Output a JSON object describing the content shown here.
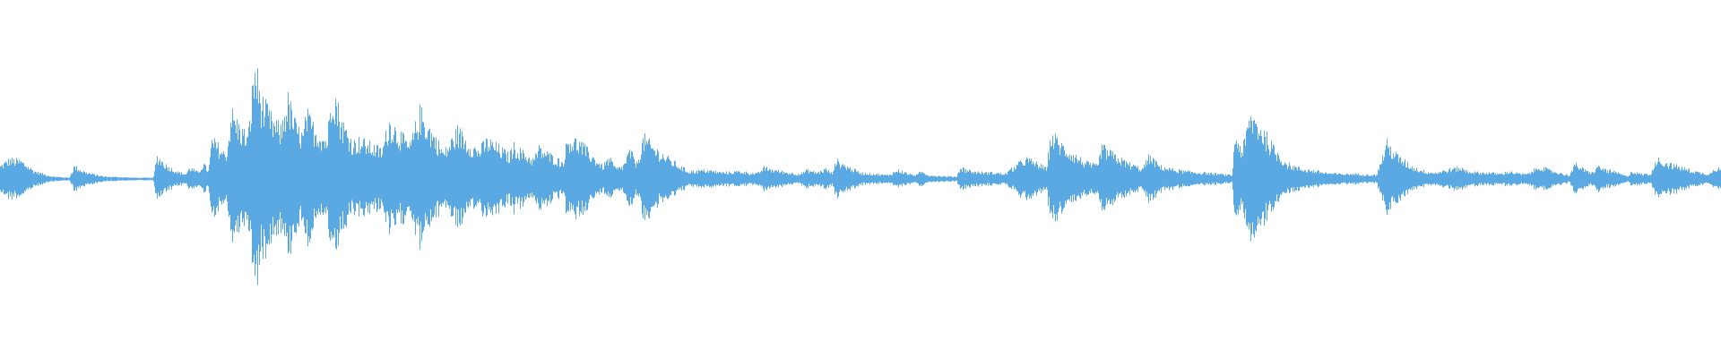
{
  "waveform": {
    "color": "#5aa9e3",
    "background": "#ffffff",
    "envelope": [
      [
        0.0,
        0.1
      ],
      [
        0.005,
        0.15
      ],
      [
        0.012,
        0.14
      ],
      [
        0.02,
        0.06
      ],
      [
        0.03,
        0.02
      ],
      [
        0.04,
        0.01
      ],
      [
        0.043,
        0.1
      ],
      [
        0.05,
        0.05
      ],
      [
        0.06,
        0.02
      ],
      [
        0.08,
        0.01
      ],
      [
        0.089,
        0.01
      ],
      [
        0.091,
        0.18
      ],
      [
        0.097,
        0.1
      ],
      [
        0.104,
        0.05
      ],
      [
        0.108,
        0.04
      ],
      [
        0.11,
        0.09
      ],
      [
        0.115,
        0.05
      ],
      [
        0.118,
        0.12
      ],
      [
        0.121,
        0.06
      ],
      [
        0.123,
        0.3
      ],
      [
        0.127,
        0.25
      ],
      [
        0.13,
        0.2
      ],
      [
        0.132,
        0.22
      ],
      [
        0.134,
        0.52
      ],
      [
        0.139,
        0.4
      ],
      [
        0.144,
        0.32
      ],
      [
        0.148,
        0.88
      ],
      [
        0.152,
        0.6
      ],
      [
        0.158,
        0.45
      ],
      [
        0.163,
        0.38
      ],
      [
        0.167,
        0.62
      ],
      [
        0.172,
        0.4
      ],
      [
        0.176,
        0.33
      ],
      [
        0.178,
        0.5
      ],
      [
        0.183,
        0.38
      ],
      [
        0.19,
        0.3
      ],
      [
        0.193,
        0.75
      ],
      [
        0.198,
        0.45
      ],
      [
        0.205,
        0.28
      ],
      [
        0.209,
        0.3
      ],
      [
        0.215,
        0.26
      ],
      [
        0.222,
        0.22
      ],
      [
        0.226,
        0.45
      ],
      [
        0.232,
        0.35
      ],
      [
        0.238,
        0.25
      ],
      [
        0.244,
        0.52
      ],
      [
        0.25,
        0.38
      ],
      [
        0.258,
        0.2
      ],
      [
        0.266,
        0.38
      ],
      [
        0.272,
        0.28
      ],
      [
        0.278,
        0.22
      ],
      [
        0.283,
        0.3
      ],
      [
        0.29,
        0.24
      ],
      [
        0.296,
        0.18
      ],
      [
        0.298,
        0.26
      ],
      [
        0.304,
        0.2
      ],
      [
        0.31,
        0.15
      ],
      [
        0.313,
        0.24
      ],
      [
        0.32,
        0.18
      ],
      [
        0.327,
        0.13
      ],
      [
        0.33,
        0.32
      ],
      [
        0.337,
        0.28
      ],
      [
        0.344,
        0.18
      ],
      [
        0.35,
        0.1
      ],
      [
        0.354,
        0.16
      ],
      [
        0.358,
        0.08
      ],
      [
        0.362,
        0.1
      ],
      [
        0.366,
        0.22
      ],
      [
        0.37,
        0.12
      ],
      [
        0.374,
        0.32
      ],
      [
        0.38,
        0.24
      ],
      [
        0.388,
        0.16
      ],
      [
        0.395,
        0.1
      ],
      [
        0.4,
        0.06
      ],
      [
        0.41,
        0.07
      ],
      [
        0.42,
        0.05
      ],
      [
        0.43,
        0.06
      ],
      [
        0.44,
        0.04
      ],
      [
        0.444,
        0.09
      ],
      [
        0.45,
        0.07
      ],
      [
        0.458,
        0.05
      ],
      [
        0.465,
        0.04
      ],
      [
        0.469,
        0.07
      ],
      [
        0.475,
        0.05
      ],
      [
        0.48,
        0.08
      ],
      [
        0.484,
        0.04
      ],
      [
        0.485,
        0.15
      ],
      [
        0.492,
        0.1
      ],
      [
        0.5,
        0.05
      ],
      [
        0.508,
        0.04
      ],
      [
        0.516,
        0.03
      ],
      [
        0.522,
        0.07
      ],
      [
        0.528,
        0.04
      ],
      [
        0.533,
        0.03
      ],
      [
        0.535,
        0.06
      ],
      [
        0.54,
        0.03
      ],
      [
        0.55,
        0.02
      ],
      [
        0.556,
        0.02
      ],
      [
        0.558,
        0.09
      ],
      [
        0.565,
        0.06
      ],
      [
        0.572,
        0.05
      ],
      [
        0.578,
        0.05
      ],
      [
        0.584,
        0.04
      ],
      [
        0.596,
        0.16
      ],
      [
        0.603,
        0.12
      ],
      [
        0.608,
        0.08
      ],
      [
        0.611,
        0.35
      ],
      [
        0.618,
        0.25
      ],
      [
        0.625,
        0.18
      ],
      [
        0.632,
        0.12
      ],
      [
        0.638,
        0.1
      ],
      [
        0.64,
        0.25
      ],
      [
        0.648,
        0.18
      ],
      [
        0.656,
        0.12
      ],
      [
        0.664,
        0.08
      ],
      [
        0.668,
        0.18
      ],
      [
        0.674,
        0.1
      ],
      [
        0.68,
        0.08
      ],
      [
        0.688,
        0.06
      ],
      [
        0.698,
        0.05
      ],
      [
        0.708,
        0.04
      ],
      [
        0.716,
        0.03
      ],
      [
        0.718,
        0.35
      ],
      [
        0.722,
        0.22
      ],
      [
        0.727,
        0.5
      ],
      [
        0.733,
        0.4
      ],
      [
        0.74,
        0.24
      ],
      [
        0.748,
        0.12
      ],
      [
        0.756,
        0.08
      ],
      [
        0.762,
        0.07
      ],
      [
        0.77,
        0.05
      ],
      [
        0.778,
        0.04
      ],
      [
        0.79,
        0.04
      ],
      [
        0.8,
        0.03
      ],
      [
        0.806,
        0.28
      ],
      [
        0.812,
        0.18
      ],
      [
        0.82,
        0.1
      ],
      [
        0.828,
        0.06
      ],
      [
        0.834,
        0.05
      ],
      [
        0.848,
        0.09
      ],
      [
        0.854,
        0.06
      ],
      [
        0.86,
        0.05
      ],
      [
        0.866,
        0.05
      ],
      [
        0.872,
        0.04
      ],
      [
        0.877,
        0.06
      ],
      [
        0.884,
        0.04
      ],
      [
        0.888,
        0.04
      ],
      [
        0.895,
        0.1
      ],
      [
        0.9,
        0.07
      ],
      [
        0.906,
        0.05
      ],
      [
        0.912,
        0.03
      ],
      [
        0.916,
        0.12
      ],
      [
        0.922,
        0.06
      ],
      [
        0.926,
        0.05
      ],
      [
        0.928,
        0.1
      ],
      [
        0.934,
        0.07
      ],
      [
        0.94,
        0.05
      ],
      [
        0.946,
        0.02
      ],
      [
        0.948,
        0.06
      ],
      [
        0.954,
        0.04
      ],
      [
        0.96,
        0.04
      ],
      [
        0.962,
        0.16
      ],
      [
        0.97,
        0.12
      ],
      [
        0.98,
        0.08
      ],
      [
        0.988,
        0.05
      ],
      [
        0.994,
        0.04
      ],
      [
        0.996,
        0.09
      ],
      [
        1.0,
        0.08
      ]
    ]
  }
}
